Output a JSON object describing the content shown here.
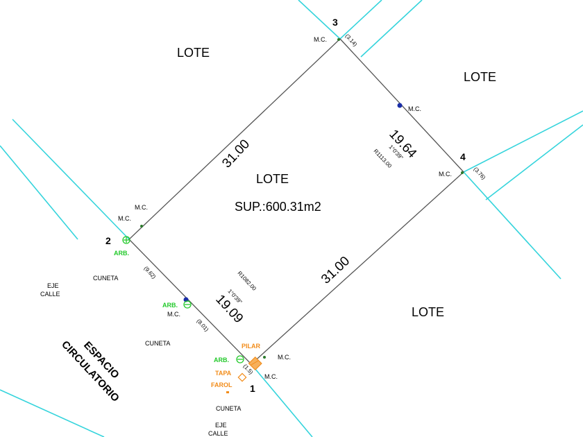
{
  "lots": {
    "north_west": "LOTE",
    "north_east": "LOTE",
    "center": "LOTE",
    "south_east": "LOTE"
  },
  "area_label": "SUP.:600.31m2",
  "dimensions": {
    "side_top_left": "31.00",
    "side_bottom_right": "31.00",
    "side_right": "19.64",
    "side_left": "19.09",
    "right_angle": "1°0'39\"",
    "right_radius": "R1113.00",
    "left_angle": "1°0'39\"",
    "left_radius": "R1082.00",
    "offset_3": "(3.14)",
    "offset_4": "(3.76)",
    "offset_2a": "(9.62)",
    "offset_2b": "(8.01)",
    "offset_1": "(1.5)"
  },
  "vertices": {
    "v1": "1",
    "v2": "2",
    "v3": "3",
    "v4": "4"
  },
  "markers": {
    "mc": "M.C.",
    "arb": "ARB.",
    "pilar": "PILAR",
    "tapa": "TAPA",
    "farol": "FAROL"
  },
  "street": {
    "cuneta": "CUNETA",
    "eje_line1": "EJE",
    "eje_line2": "CALLE",
    "espacio_line1": "ESPACIO",
    "espacio_line2": "CIRCULATORIO"
  },
  "colors": {
    "boundary": "#555555",
    "cyan": "#35d4dc",
    "green": "#22c92a",
    "orange": "#f28c1a",
    "blue": "#1a2ea8"
  }
}
